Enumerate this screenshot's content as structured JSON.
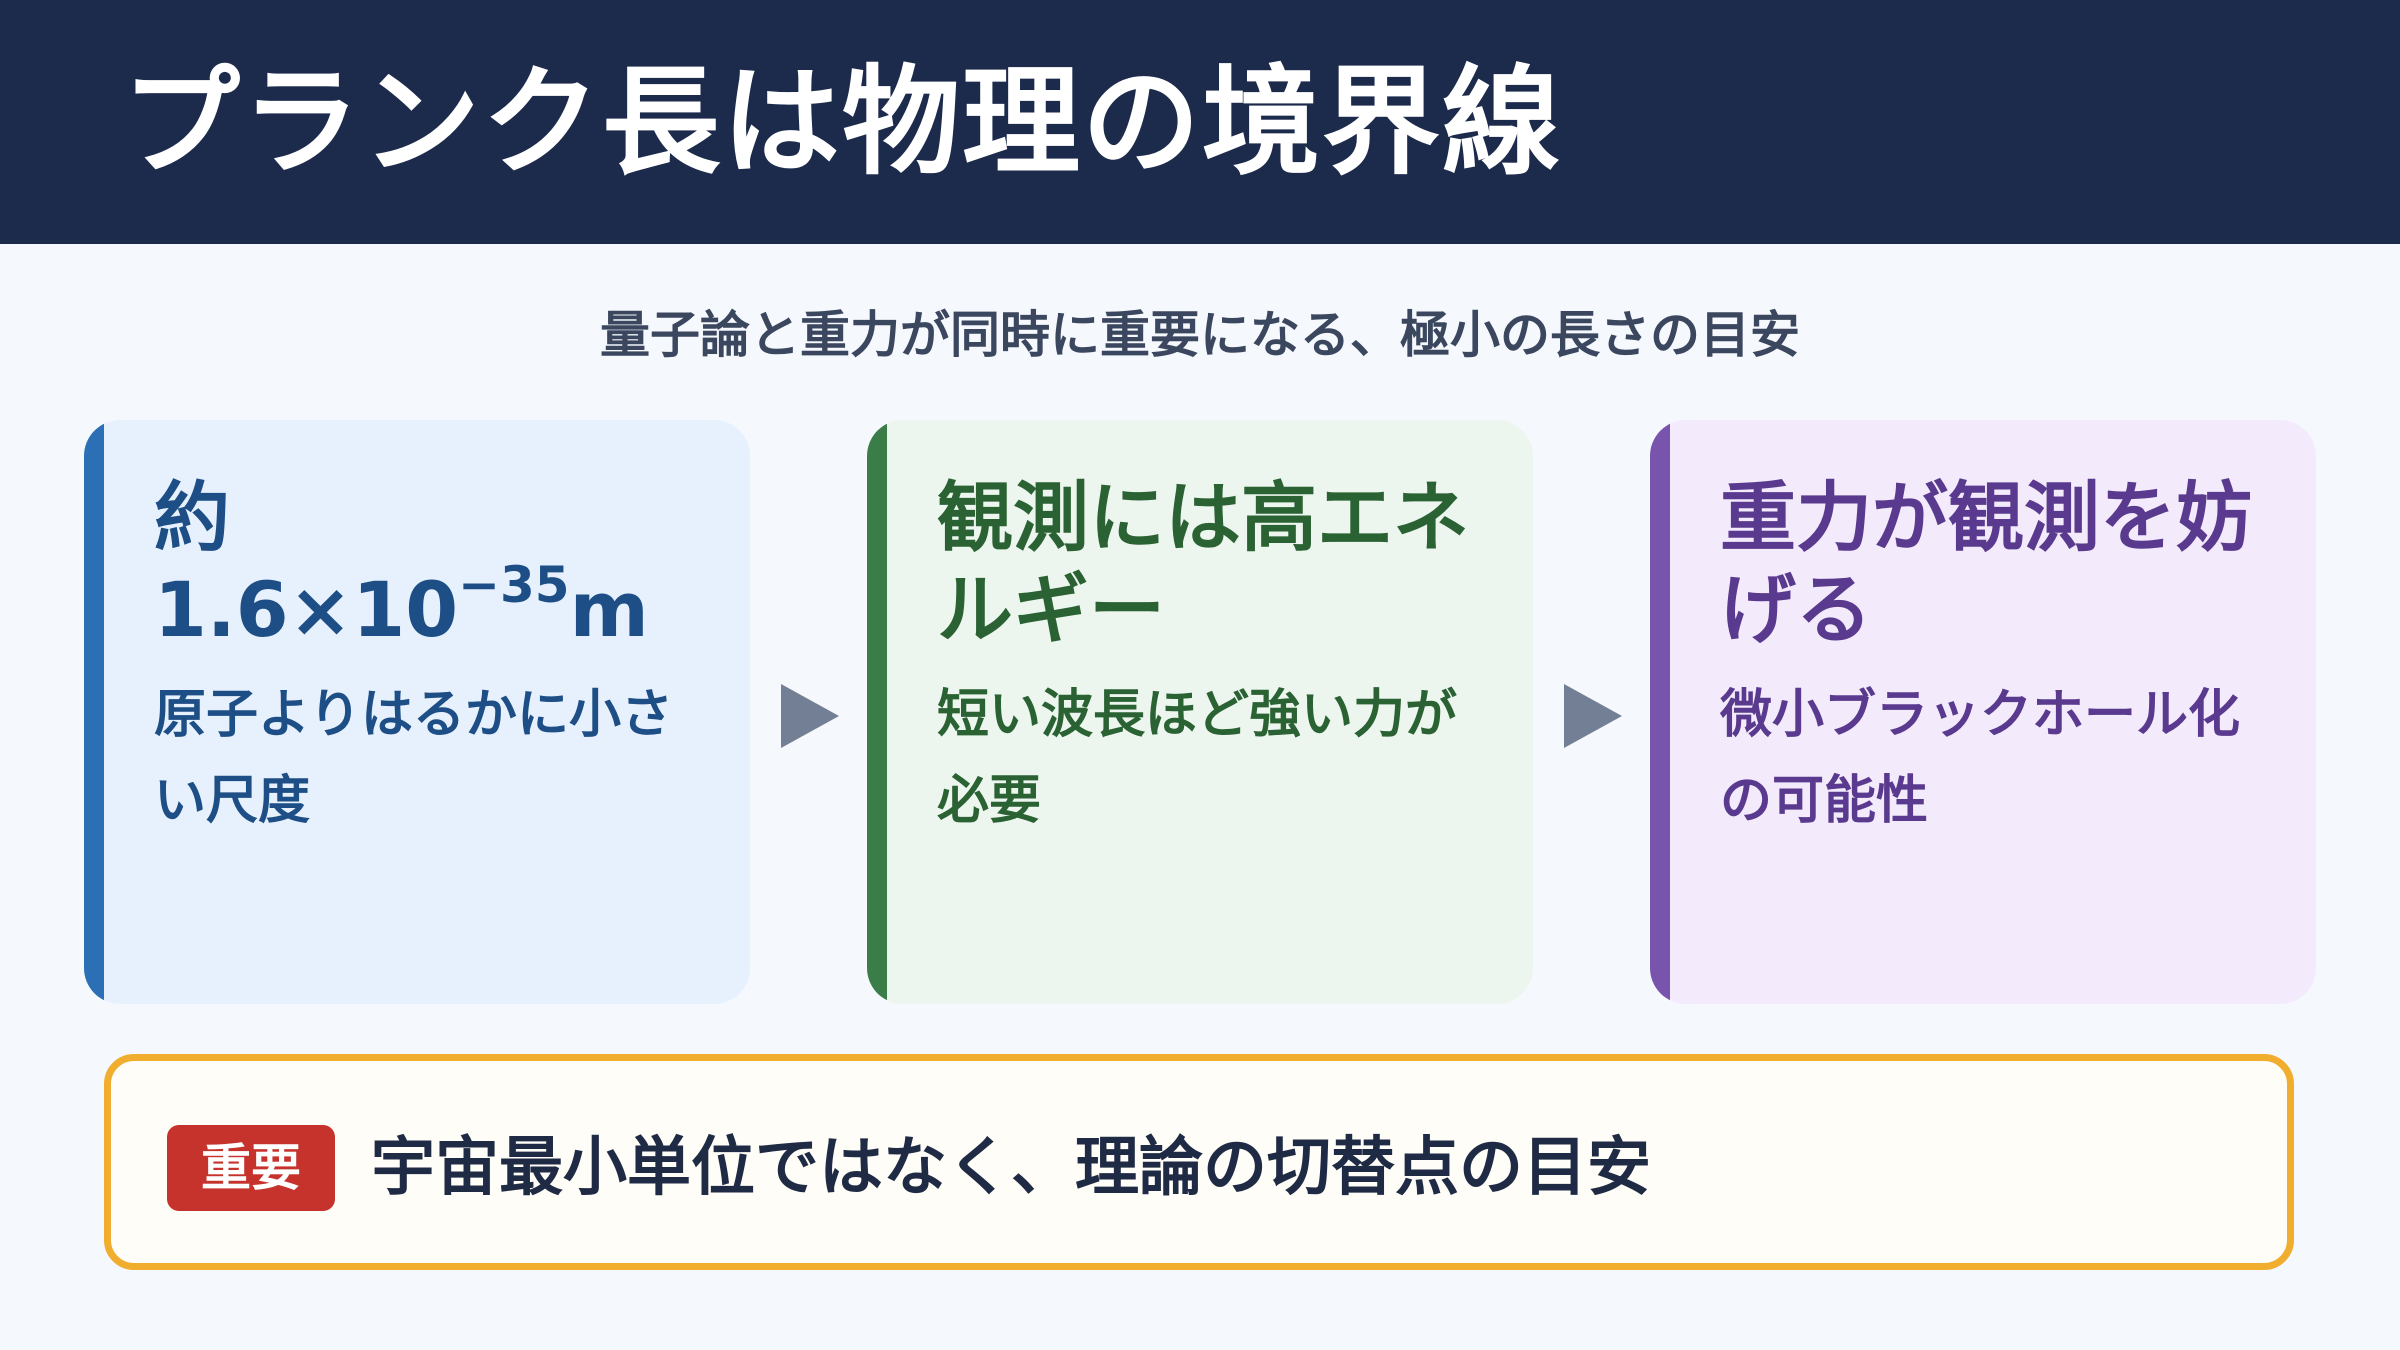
{
  "header": {
    "title": "プランク長は物理の境界線"
  },
  "subtitle": "量子論と重力が同時に重要になる、極小の長さの目安",
  "cards": [
    {
      "title": "約1.6×10⁻³⁵m",
      "title_prefix": "約",
      "title_main": "1.6×10",
      "title_exp": "−35",
      "title_unit": "m",
      "text": "原子よりはるかに小さい尺度",
      "accent": "#2b6fb5"
    },
    {
      "title": "観測には高エネルギー",
      "text": "短い波長ほど強い力が必要",
      "accent": "#3a7d48"
    },
    {
      "title": "重力が観測を妨げる",
      "text": "微小ブラックホール化の可能性",
      "accent": "#7954ad"
    }
  ],
  "callout": {
    "badge": "重要",
    "text": "宇宙最小単位ではなく、理論の切替点の目安",
    "badge_color": "#c6322c",
    "border_color": "#f0ad2e"
  },
  "colors": {
    "header_bg": "#1c2a4b",
    "page_bg": "#f5f8fc"
  }
}
